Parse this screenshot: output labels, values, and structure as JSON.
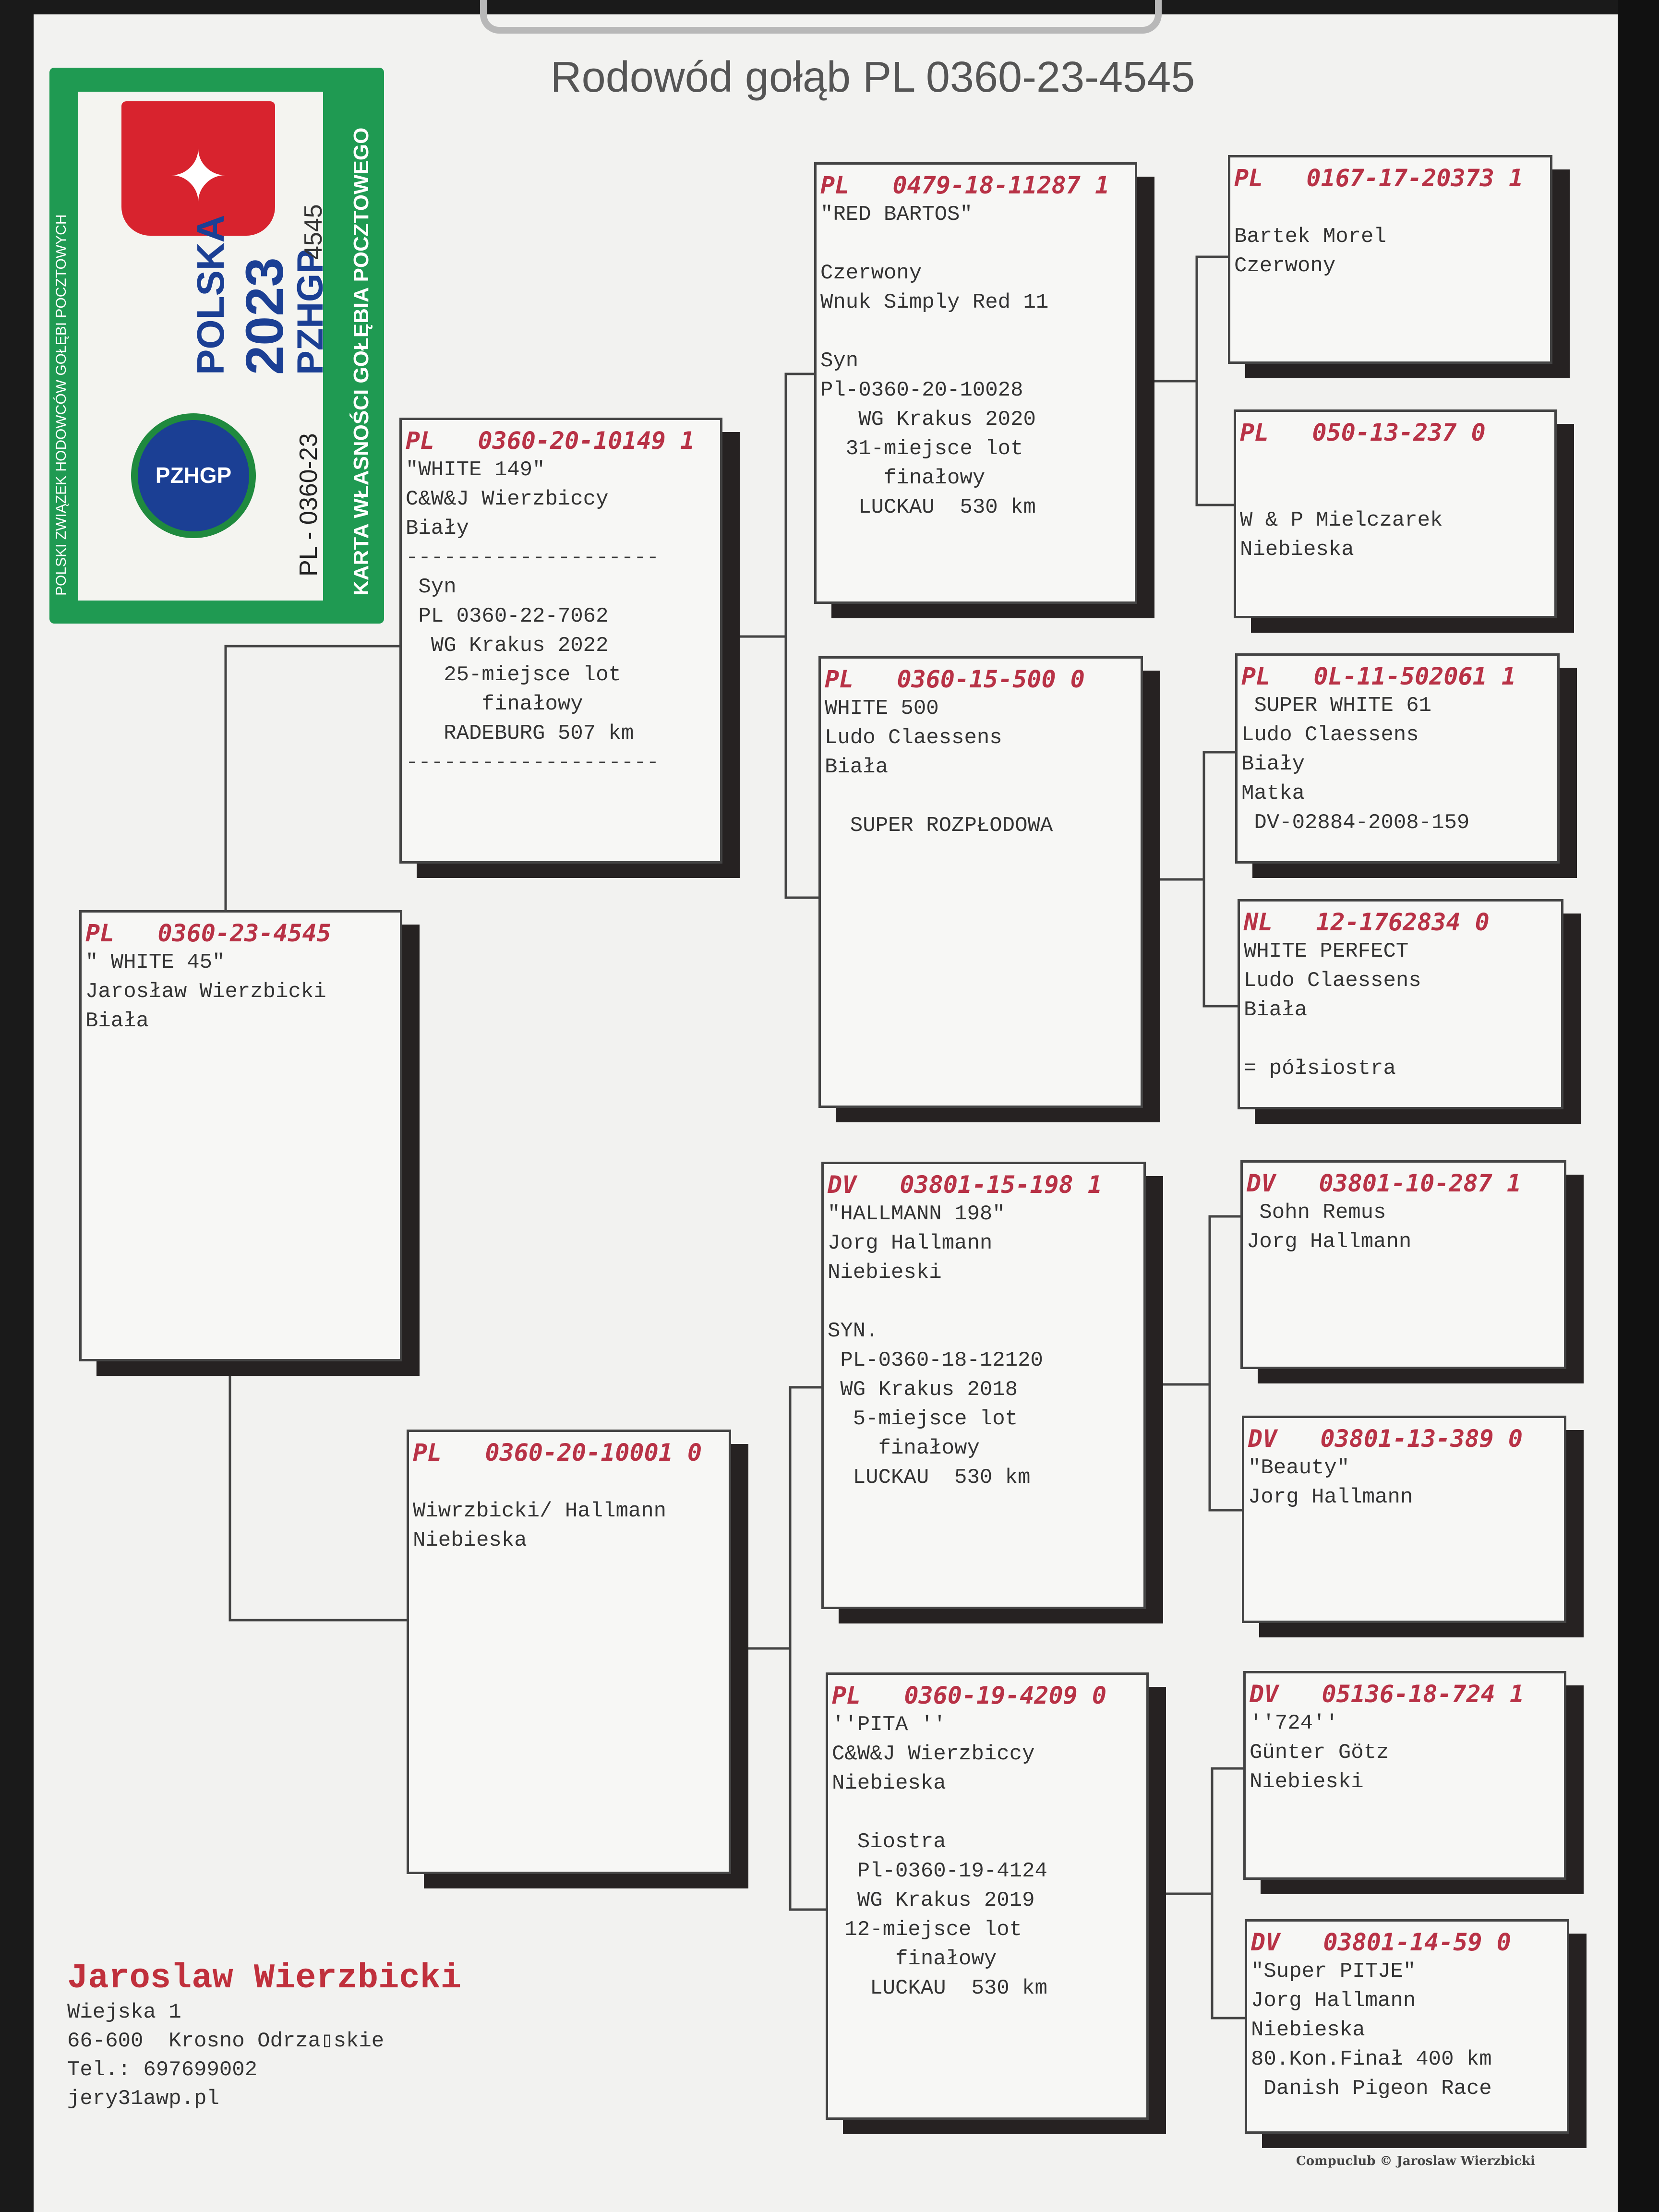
{
  "title": "Rodowód gołąb PL  0360-23-4545",
  "card": {
    "association": "POLSKI ZWIĄZEK HODOWCÓW GOŁĘBI POCZTOWYCH",
    "country": "POLSKA",
    "year": "2023",
    "org": "PZHGP",
    "number": "4545",
    "ring": "PL - 0360-23",
    "card_title": "KARTA WŁASNOŚCI GOŁĘBIA POCZTOWEGO",
    "logo_text": "PZHGP",
    "green": "#1f9a52",
    "red": "#d8232e"
  },
  "colors": {
    "header": "#b83246",
    "text": "#333333",
    "shadow": "#262222"
  },
  "pigeons": [
    {
      "id": "subject",
      "header": "PL   0360-23-4545",
      "lines": [
        "\" WHITE 45\"",
        "Jarosław Wierzbicki",
        "Biała"
      ]
    },
    {
      "id": "sire",
      "header": "PL   0360-20-10149 1",
      "lines": [
        "\"WHITE 149\"",
        "C&W&J Wierzbiccy",
        "Biały",
        "--------------------",
        " Syn",
        " PL 0360-22-7062",
        "  WG Krakus 2022",
        "   25-miejsce lot",
        "      finałowy",
        "   RADEBURG 507 km",
        "--------------------"
      ]
    },
    {
      "id": "dam",
      "header": "PL   0360-20-10001 0",
      "lines": [
        "",
        "Wiwrzbicki/ Hallmann",
        "Niebieska"
      ]
    },
    {
      "id": "sire-sire",
      "header": "PL   0479-18-11287 1",
      "lines": [
        "\"RED BARTOS\"",
        "",
        "Czerwony",
        "Wnuk Simply Red 11",
        "",
        "Syn",
        "Pl-0360-20-10028",
        "   WG Krakus 2020",
        "  31-miejsce lot",
        "     finałowy",
        "   LUCKAU  530 km"
      ]
    },
    {
      "id": "sire-dam",
      "header": "PL   0360-15-500 0",
      "lines": [
        "WHITE 500",
        "Ludo Claessens",
        "Biała",
        "",
        "  SUPER ROZPŁODOWA"
      ]
    },
    {
      "id": "dam-sire",
      "header": "DV   03801-15-198 1",
      "lines": [
        "\"HALLMANN 198\"",
        "Jorg Hallmann",
        "Niebieski",
        "",
        "SYN.",
        " PL-0360-18-12120",
        " WG Krakus 2018",
        "  5-miejsce lot",
        "    finałowy",
        "  LUCKAU  530 km"
      ]
    },
    {
      "id": "dam-dam",
      "header": "PL   0360-19-4209 0",
      "lines": [
        "''PITA ''",
        "C&W&J Wierzbiccy",
        "Niebieska",
        "",
        "  Siostra",
        "  Pl-0360-19-4124",
        "  WG Krakus 2019",
        " 12-miejsce lot",
        "     finałowy",
        "   LUCKAU  530 km"
      ]
    },
    {
      "id": "ss-sire",
      "header": "PL   0167-17-20373 1",
      "lines": [
        "",
        "Bartek Morel",
        "Czerwony"
      ]
    },
    {
      "id": "ss-dam",
      "header": "PL   050-13-237 0",
      "lines": [
        "",
        "",
        "W & P Mielczarek",
        "Niebieska"
      ]
    },
    {
      "id": "sd-sire",
      "header": "PL   0L-11-502061 1",
      "lines": [
        " SUPER WHITE 61",
        "Ludo Claessens",
        "Biały",
        "Matka",
        " DV-02884-2008-159"
      ]
    },
    {
      "id": "sd-dam",
      "header": "NL   12-1762834 0",
      "lines": [
        "WHITE PERFECT",
        "Ludo Claessens",
        "Biała",
        "",
        "= półsiostra"
      ]
    },
    {
      "id": "ds-sire",
      "header": "DV   03801-10-287 1",
      "lines": [
        " Sohn Remus",
        "Jorg Hallmann"
      ]
    },
    {
      "id": "ds-dam",
      "header": "DV   03801-13-389 0",
      "lines": [
        "\"Beauty\"",
        "Jorg Hallmann"
      ]
    },
    {
      "id": "dd-sire",
      "header": "DV   05136-18-724 1",
      "lines": [
        "''724''",
        "Günter Götz",
        "Niebieski"
      ]
    },
    {
      "id": "dd-dam",
      "header": "DV   03801-14-59 0",
      "lines": [
        "\"Super PITJE\"",
        "Jorg Hallmann",
        "Niebieska",
        "80.Kon.Finał 400 km",
        " Danish Pigeon Race"
      ]
    }
  ],
  "owner": {
    "name": "Jaroslaw Wierzbicki",
    "street": "Wiejska 1",
    "city": "66-600  Krosno Odrza▯skie",
    "phone": "Tel.: 697699002",
    "email": "jery31awp.pl"
  },
  "credit": "Compuclub © Jaroslaw Wierzbicki"
}
